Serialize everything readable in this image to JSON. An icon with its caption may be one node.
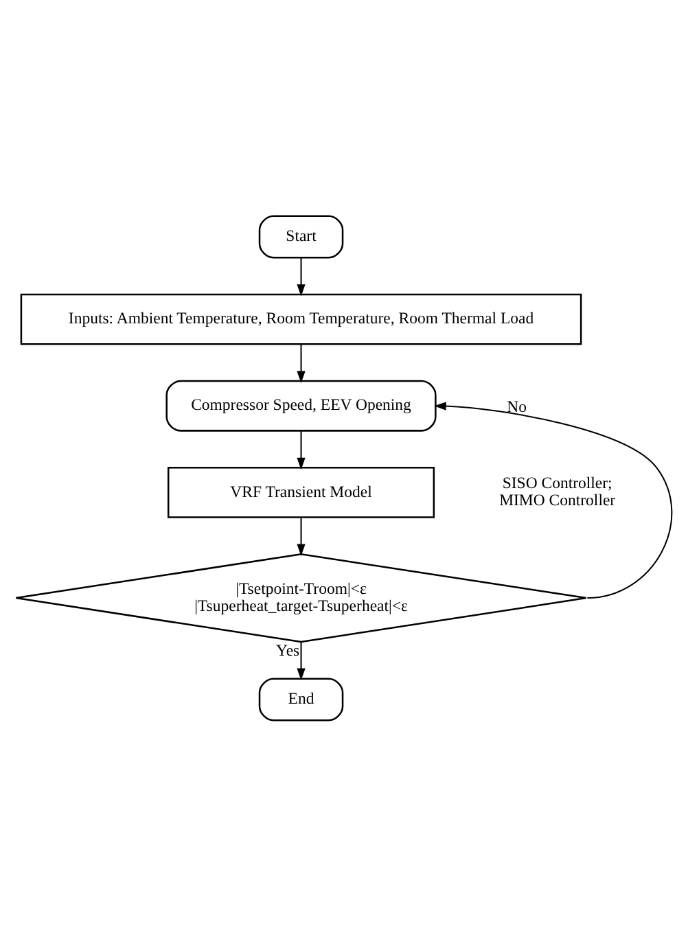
{
  "diagram": {
    "nodes": [
      {
        "text": [
          "Start"
        ]
      },
      {
        "text": [
          "Inputs: Ambient Temperature, Room Temperature, Room Thermal Load"
        ]
      },
      {
        "text": [
          "Compressor Speed, EEV Opening"
        ]
      },
      {
        "text": [
          "VRF Transient Model"
        ]
      },
      {
        "text": [
          "|Tsetpoint-Troom|<ε |Tsuperheat_target-Tsuperheat|<ε"
        ]
      },
      {
        "text": [
          "End"
        ]
      }
    ],
    "edges": [
      {
        "from": 0,
        "to": 1,
        "arrow": "to"
      },
      {
        "from": 1,
        "to": 2,
        "arrow": "to"
      },
      {
        "from": 2,
        "to": 3,
        "arrow": "to"
      },
      {
        "from": 3,
        "to": 4,
        "arrow": "to"
      },
      {
        "from": 4,
        "to": 5,
        "arrow": "to",
        "label": "Yes"
      },
      {
        "from": 4,
        "to": 2,
        "arrow": "to",
        "label": "No"
      }
    ],
    "labels": [
      "SISO Controller; MIMO Controller"
    ]
  }
}
